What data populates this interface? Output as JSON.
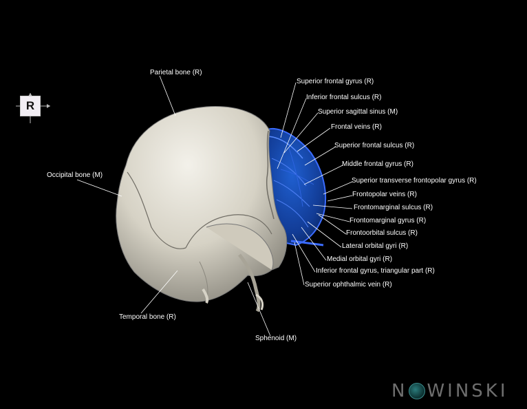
{
  "orientation": {
    "letter": "R"
  },
  "labels": {
    "parietal_bone": "Parietal bone (R)",
    "occipital_bone": "Occipital bone (M)",
    "temporal_bone": "Temporal bone (R)",
    "sphenoid": "Sphenoid (M)",
    "superior_frontal_gyrus": "Superior frontal gyrus (R)",
    "inferior_frontal_sulcus": "Inferior frontal sulcus (R)",
    "superior_sagittal_sinus": "Superior sagittal sinus (M)",
    "frontal_veins": "Frontal veins (R)",
    "superior_frontal_sulcus": "Superior frontal sulcus (R)",
    "middle_frontal_gyrus": "Middle frontal gyrus (R)",
    "superior_transverse_frontopolar_gyrus": "Superior transverse frontopolar gyrus (R)",
    "frontopolar_veins": "Frontopolar veins (R)",
    "frontomarginal_sulcus": "Frontomarginal sulcus (R)",
    "frontomarginal_gyrus": "Frontomarginal gyrus (R)",
    "frontoorbital_sulcus": "Frontoorbital sulcus (R)",
    "lateral_orbital_gyri": "Lateral orbital gyri (R)",
    "medial_orbital_gyri": "Medial orbital gyri (R)",
    "inferior_frontal_gyrus_triangular": "Inferior frontal gyrus, triangular part (R)",
    "superior_ophthalmic_vein": "Superior ophthalmic vein (R)"
  },
  "logo": {
    "left": "N",
    "right": "W",
    "tail": "INSKI"
  },
  "colors": {
    "bone": "#e4e1d6",
    "brain": "#1d4fb8",
    "vessel": "#3b6cff",
    "background": "#000000"
  }
}
